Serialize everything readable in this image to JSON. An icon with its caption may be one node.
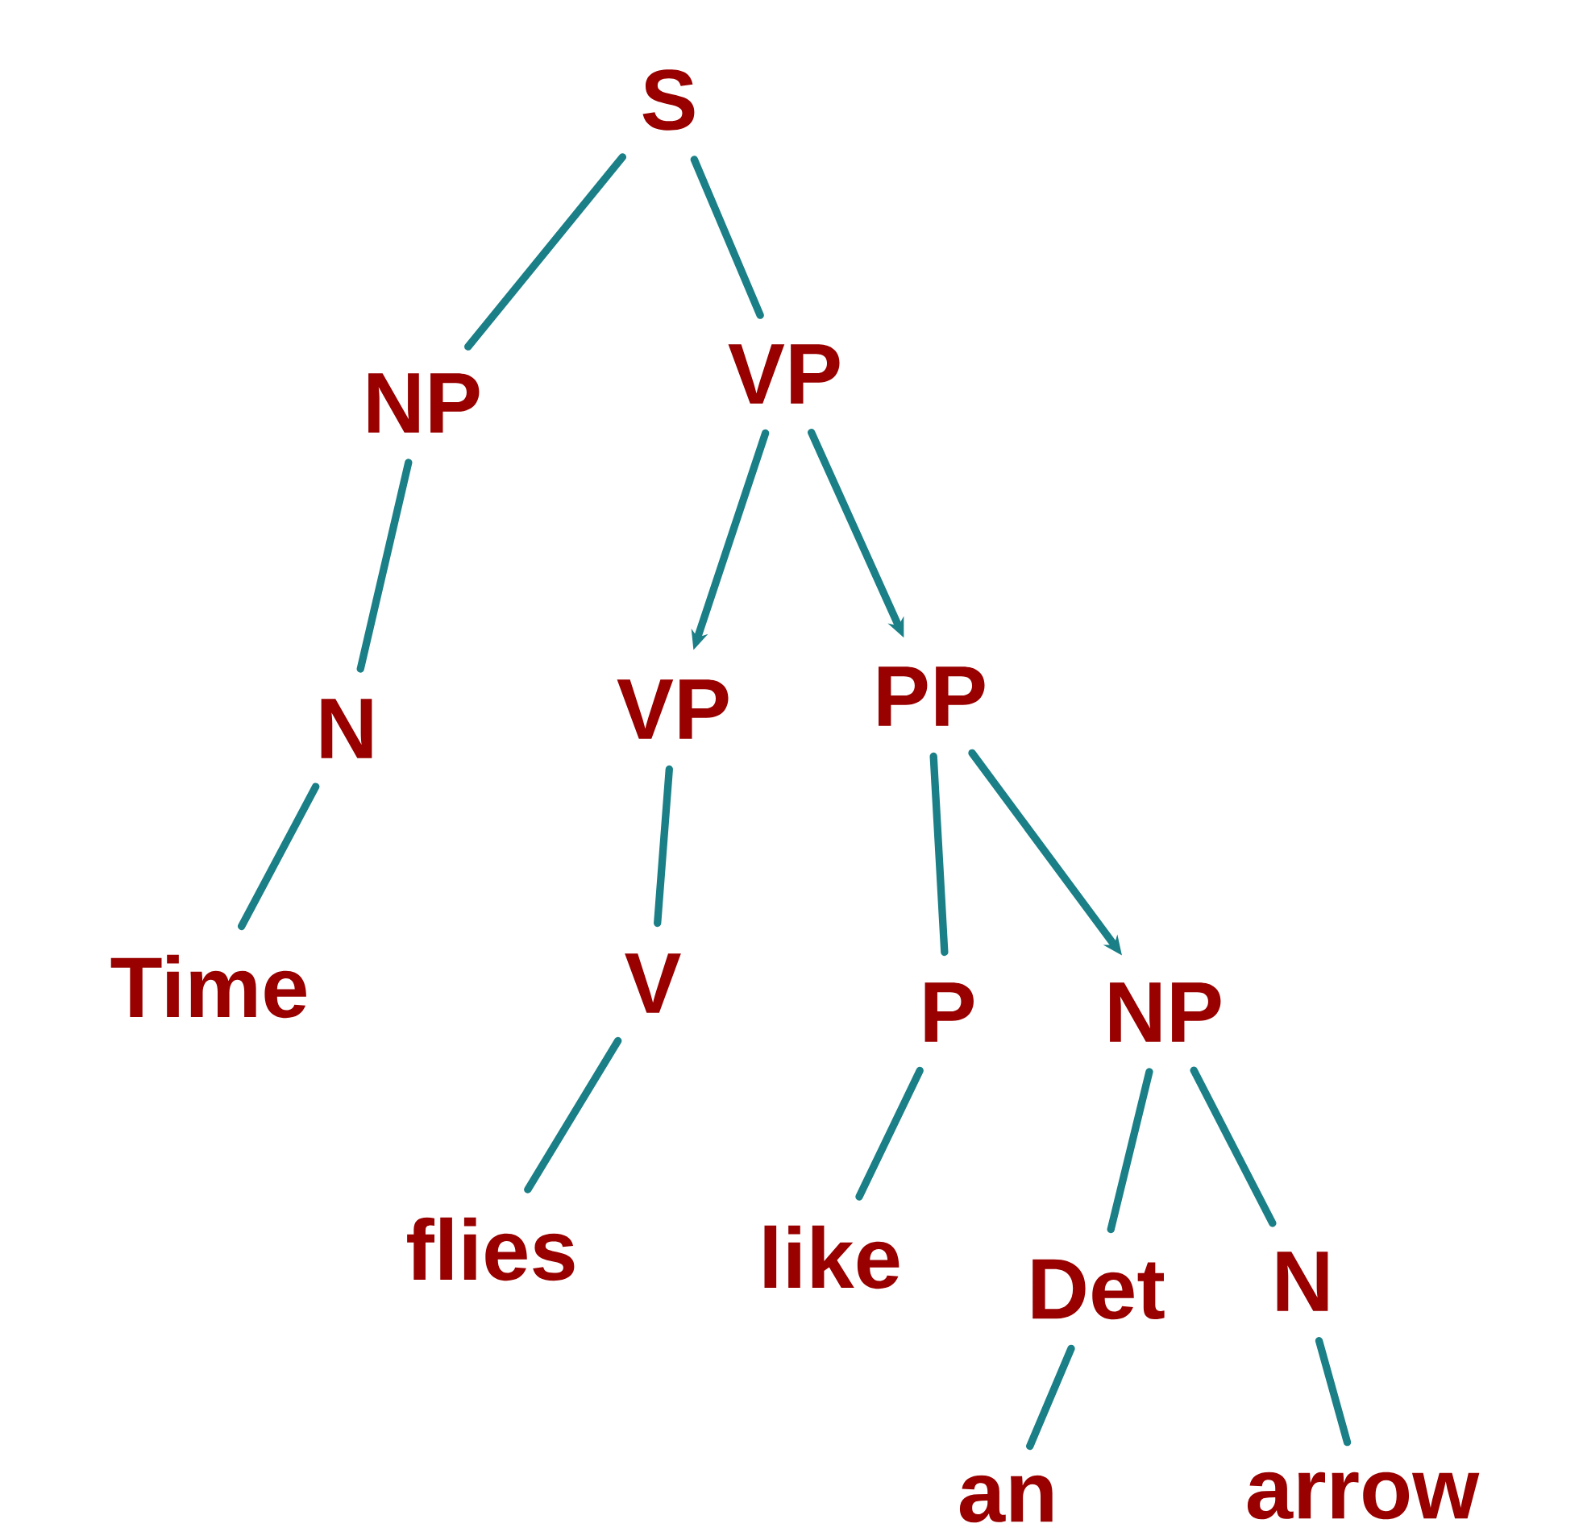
{
  "diagram": {
    "nodes": [
      {
        "text": [
          "S"
        ]
      },
      {
        "text": [
          "NP"
        ]
      },
      {
        "text": [
          "VP"
        ]
      },
      {
        "text": [
          "N"
        ]
      },
      {
        "text": [
          "VP"
        ]
      },
      {
        "text": [
          "PP"
        ]
      },
      {
        "text": [
          "Time"
        ]
      },
      {
        "text": [
          "V"
        ]
      },
      {
        "text": [
          "P"
        ]
      },
      {
        "text": [
          "NP"
        ]
      },
      {
        "text": [
          "flies"
        ]
      },
      {
        "text": [
          "like"
        ]
      },
      {
        "text": [
          "Det"
        ]
      },
      {
        "text": [
          "N"
        ]
      },
      {
        "text": [
          "an"
        ]
      },
      {
        "text": [
          "arrow"
        ]
      }
    ],
    "edges": [
      {
        "from": 0,
        "to": 1,
        "arrow": "none"
      },
      {
        "from": 0,
        "to": 2,
        "arrow": "none"
      },
      {
        "from": 1,
        "to": 3,
        "arrow": "none"
      },
      {
        "from": 2,
        "to": 4,
        "arrow": "to"
      },
      {
        "from": 2,
        "to": 5,
        "arrow": "to"
      },
      {
        "from": 3,
        "to": 6,
        "arrow": "none"
      },
      {
        "from": 4,
        "to": 7,
        "arrow": "none"
      },
      {
        "from": 5,
        "to": 8,
        "arrow": "none"
      },
      {
        "from": 5,
        "to": 9,
        "arrow": "to"
      },
      {
        "from": 7,
        "to": 10,
        "arrow": "none"
      },
      {
        "from": 8,
        "to": 11,
        "arrow": "none"
      },
      {
        "from": 9,
        "to": 12,
        "arrow": "none"
      },
      {
        "from": 9,
        "to": 13,
        "arrow": "none"
      },
      {
        "from": 12,
        "to": 14,
        "arrow": "none"
      },
      {
        "from": 13,
        "to": 15,
        "arrow": "none"
      }
    ]
  }
}
